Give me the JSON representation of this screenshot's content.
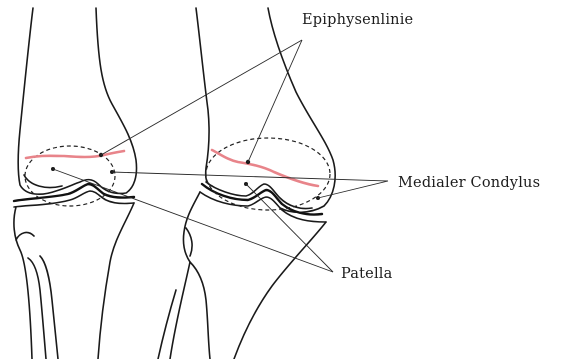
{
  "labels": {
    "epiphysenlinie": "Epiphysenlinie",
    "medialer_condylus": "Medialer Condylus",
    "patella": "Patella"
  },
  "colors": {
    "epiphyseal_line": "#e8848a",
    "ink": "#1a1a1a",
    "background": "#ffffff"
  }
}
